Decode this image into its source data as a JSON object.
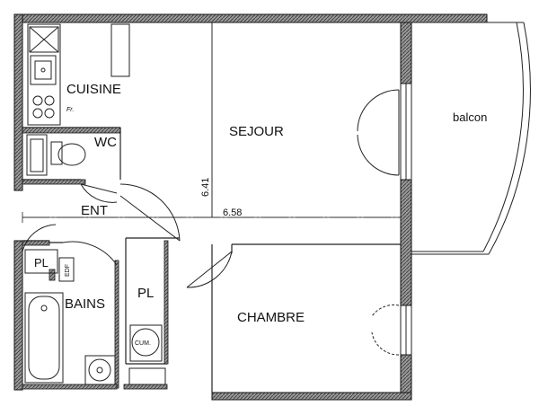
{
  "rooms": {
    "cuisine": "CUISINE",
    "fridge": "Fr.",
    "wc": "WC",
    "sejour": "SEJOUR",
    "balcon": "balcon",
    "ent": "ENT",
    "pl_left": "PL",
    "edf": "EDF",
    "bains": "BAINS",
    "pl_center": "PL",
    "cum": "CUM.",
    "chambre": "CHAMBRE"
  },
  "dimensions": {
    "height": "6.41",
    "width": "6.58"
  }
}
